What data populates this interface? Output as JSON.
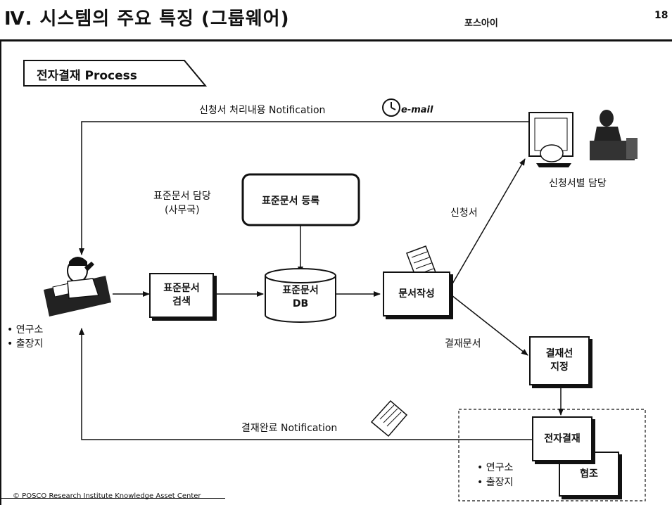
{
  "header": {
    "title": "Ⅳ. 시스템의 주요 특징 (그룹웨어)",
    "company": "포스아이",
    "page_number": "18"
  },
  "section": {
    "label": "전자결재 Process"
  },
  "notifications": {
    "top": "신청서 처리내용 Notification",
    "top_icon_label": "e-mail",
    "bottom": "결재완료 Notification"
  },
  "nodes": {
    "std_owner": "표준문서 담당",
    "std_owner_sub": "(사무국)",
    "std_register": "표준문서 등록",
    "std_search": "표준문서\n검색",
    "std_db": "표준문서\nDB",
    "doc_write": "문서작성",
    "approval_line": "결재선\n지정",
    "e_approval": "전자결재",
    "cooperation": "협조",
    "applicant_owner": "신청서별 담당"
  },
  "edge_labels": {
    "application": "신청서",
    "approval_doc": "결재문서"
  },
  "locations_left": [
    "• 연구소",
    "• 출장지"
  ],
  "locations_right": [
    "• 연구소",
    "• 출장지"
  ],
  "icons": [
    "person-on-phone-icon",
    "document-icon",
    "computer-monitor-icon",
    "office-worker-icon",
    "email-icon"
  ],
  "footer": "© POSCO Research Institute Knowledge Asset Center"
}
